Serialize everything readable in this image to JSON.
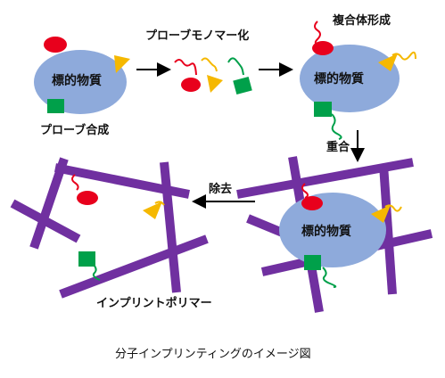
{
  "diagram": {
    "template_label": "標的物質",
    "steps": {
      "probe_synthesis": "プローブ合成",
      "probe_monomerization": "プローブモノマー化",
      "complex_formation": "複合体形成",
      "polymerization": "重合",
      "removal": "除去"
    },
    "product_label": "インプリントポリマー",
    "caption": "分子インプリンティングのイメージ図"
  },
  "colors": {
    "ellipse_fill": "#8eaadb",
    "probe_red": "#e8001c",
    "probe_yellow": "#f5b800",
    "probe_green": "#00a04a",
    "tether_red": "#e8001c",
    "tether_yellow": "#f5b800",
    "tether_green": "#00a04a",
    "polymer_purple": "#7030a0",
    "arrow": "#000000"
  }
}
